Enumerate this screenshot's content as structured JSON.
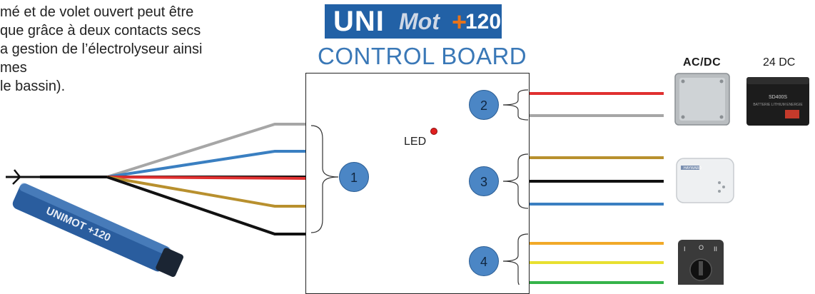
{
  "intro_text": {
    "line1": "mé et de volet ouvert peut être",
    "line2": "que grâce à deux contacts secs",
    "line3": "a gestion de l’électrolyseur ainsi",
    "line4": "mes",
    "line5": " le bassin)."
  },
  "logo": {
    "uni": "UNI",
    "mot": "Mot",
    "plus": "+",
    "num": "120"
  },
  "board_title": "CONTROL BOARD",
  "led_label": "LED",
  "groups": [
    "1",
    "2",
    "3",
    "4"
  ],
  "power_labels": {
    "acdc": "AC/DC",
    "dc24": "24 DC"
  },
  "motor_label": "UNIMOT +120",
  "battery_text": {
    "model": "SD400S",
    "sub": "BATTERIE LITHIUM ENERGIE"
  },
  "box_brand": "HAYWARD",
  "switch_labels": {
    "left": "I",
    "mid": "O",
    "right": "II"
  },
  "colors": {
    "motor_wires": [
      "#a6a6a6",
      "#3a7fc1",
      "#e03030",
      "#b8902e",
      "#111111"
    ],
    "group2_wires": [
      "#e03030",
      "#a6a6a6"
    ],
    "group3_wires": [
      "#b8902e",
      "#111111",
      "#3a7fc1"
    ],
    "group4_wires": [
      "#f1a928",
      "#e8e030",
      "#35b34a"
    ],
    "circle": "#4b86c5",
    "logo_bg": "#2261a6",
    "title": "#3a78b7"
  }
}
